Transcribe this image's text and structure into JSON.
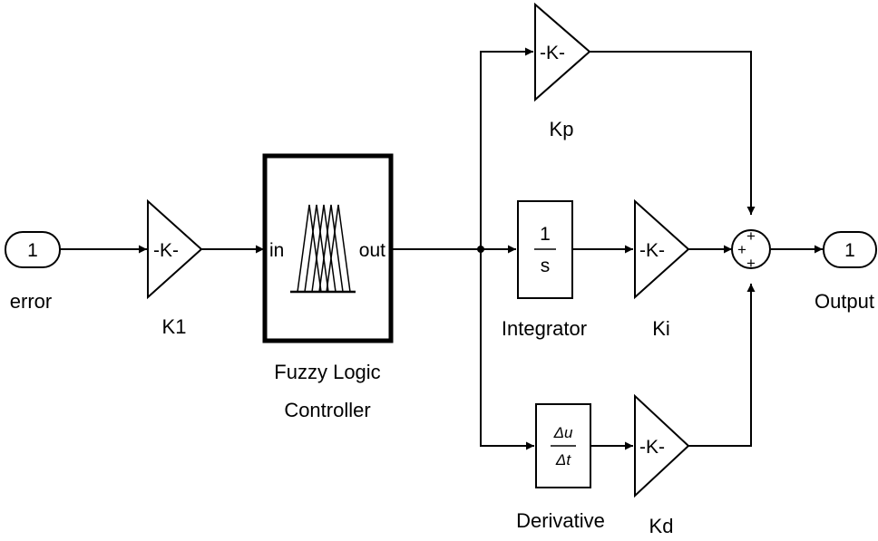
{
  "blocks": {
    "error_in": {
      "port": "1",
      "label": "error"
    },
    "k1": {
      "gain_text": "-K-",
      "label": "K1"
    },
    "flc": {
      "in_port": "in",
      "out_port": "out",
      "label_line1": "Fuzzy Logic",
      "label_line2": "Controller"
    },
    "kp": {
      "gain_text": "-K-",
      "label": "Kp"
    },
    "integrator": {
      "numerator": "1",
      "denominator": "s",
      "label": "Integrator"
    },
    "ki": {
      "gain_text": "-K-",
      "label": "Ki"
    },
    "derivative": {
      "numerator": "Δu",
      "denominator": "Δt",
      "label": "Derivative"
    },
    "kd": {
      "gain_text": "-K-",
      "label": "Kd"
    },
    "sum": {
      "signs": [
        "+",
        "+",
        "+"
      ]
    },
    "output": {
      "port": "1",
      "label": "Output"
    }
  }
}
